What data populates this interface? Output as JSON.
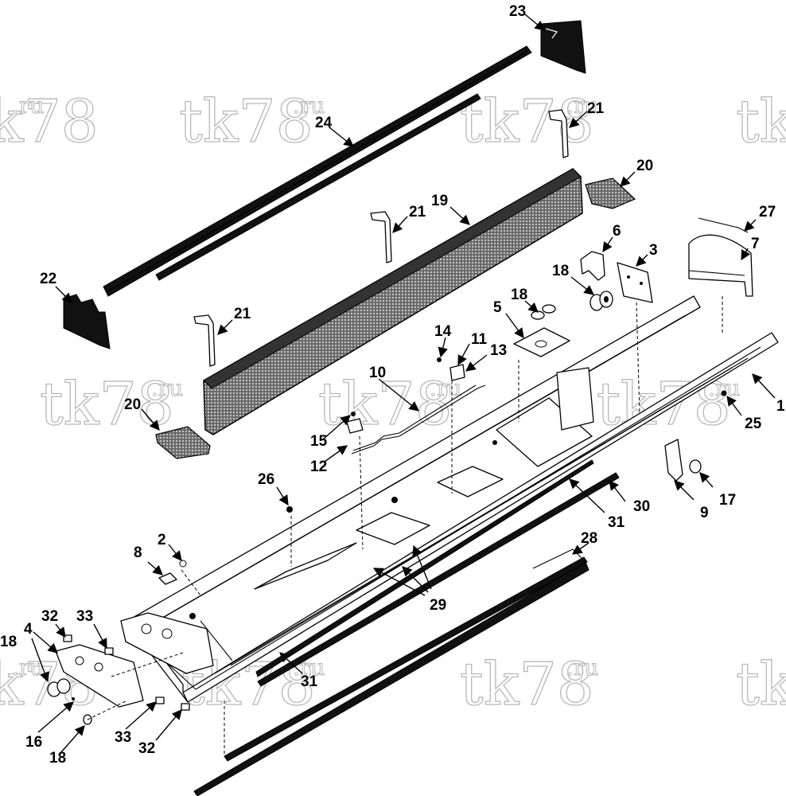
{
  "watermark": {
    "text": "tk78",
    "suffix": ".ru"
  },
  "callouts": [
    {
      "id": "c23",
      "label": "23"
    },
    {
      "id": "c24",
      "label": "24"
    },
    {
      "id": "c21a",
      "label": "21"
    },
    {
      "id": "c20a",
      "label": "20"
    },
    {
      "id": "c21b",
      "label": "21"
    },
    {
      "id": "c19",
      "label": "19"
    },
    {
      "id": "c27",
      "label": "27"
    },
    {
      "id": "c7",
      "label": "7"
    },
    {
      "id": "c6",
      "label": "6"
    },
    {
      "id": "c3",
      "label": "3"
    },
    {
      "id": "c22",
      "label": "22"
    },
    {
      "id": "c21c",
      "label": "21"
    },
    {
      "id": "c18a",
      "label": "18"
    },
    {
      "id": "c18b",
      "label": "18"
    },
    {
      "id": "c5",
      "label": "5"
    },
    {
      "id": "c14",
      "label": "14"
    },
    {
      "id": "c11",
      "label": "11"
    },
    {
      "id": "c13",
      "label": "13"
    },
    {
      "id": "c10",
      "label": "10"
    },
    {
      "id": "c1",
      "label": "1"
    },
    {
      "id": "c20b",
      "label": "20"
    },
    {
      "id": "c15",
      "label": "15"
    },
    {
      "id": "c12",
      "label": "12"
    },
    {
      "id": "c25",
      "label": "25"
    },
    {
      "id": "c26",
      "label": "26"
    },
    {
      "id": "c9",
      "label": "9"
    },
    {
      "id": "c17",
      "label": "17"
    },
    {
      "id": "c30",
      "label": "30"
    },
    {
      "id": "c31a",
      "label": "31"
    },
    {
      "id": "c28",
      "label": "28"
    },
    {
      "id": "c8",
      "label": "8"
    },
    {
      "id": "c2",
      "label": "2"
    },
    {
      "id": "c29",
      "label": "29"
    },
    {
      "id": "c32a",
      "label": "32"
    },
    {
      "id": "c33a",
      "label": "33"
    },
    {
      "id": "c18c",
      "label": "18"
    },
    {
      "id": "c4",
      "label": "4"
    },
    {
      "id": "c31b",
      "label": "31"
    },
    {
      "id": "c16",
      "label": "16"
    },
    {
      "id": "c33b",
      "label": "33"
    },
    {
      "id": "c18d",
      "label": "18"
    },
    {
      "id": "c32b",
      "label": "32"
    }
  ]
}
